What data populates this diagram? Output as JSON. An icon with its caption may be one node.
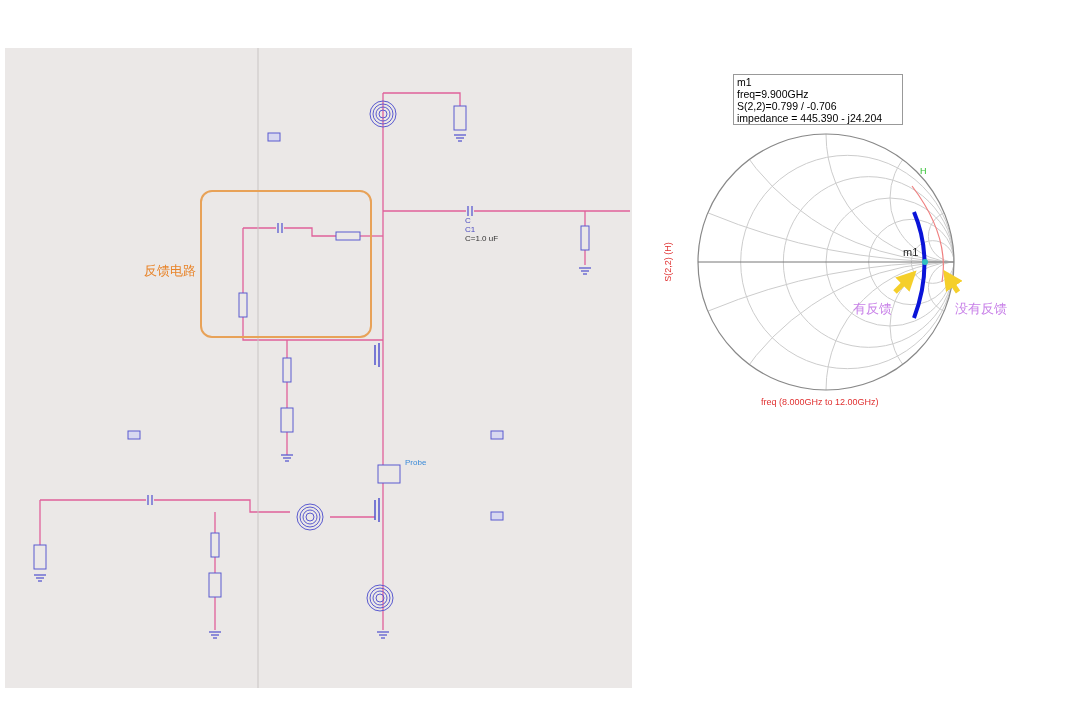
{
  "diagram": {
    "nodes": [
      {
        "text": [
          "反馈电路"
        ]
      },
      {
        "text": [
          "m1",
          "freq=9.900GHz",
          "S(2,2)=0.799 / -0.706",
          "impedance = 445.390 - j24.204"
        ]
      },
      {
        "text": [
          "有反馈"
        ]
      },
      {
        "text": [
          "没有反馈"
        ]
      },
      {
        "text": [],
        "shape": "curve"
      },
      {
        "text": [],
        "shape": "curve"
      }
    ],
    "edges": [
      {
        "from": 2,
        "to": 4,
        "arrow": "to"
      },
      {
        "from": 3,
        "to": 5,
        "arrow": "to"
      }
    ],
    "labels": [
      "C",
      "C1",
      "C=1.0 uF",
      "Probe",
      "S(2,2) (H)",
      "H",
      "m1",
      "freq (8.000GHz to 12.00GHz)"
    ]
  }
}
